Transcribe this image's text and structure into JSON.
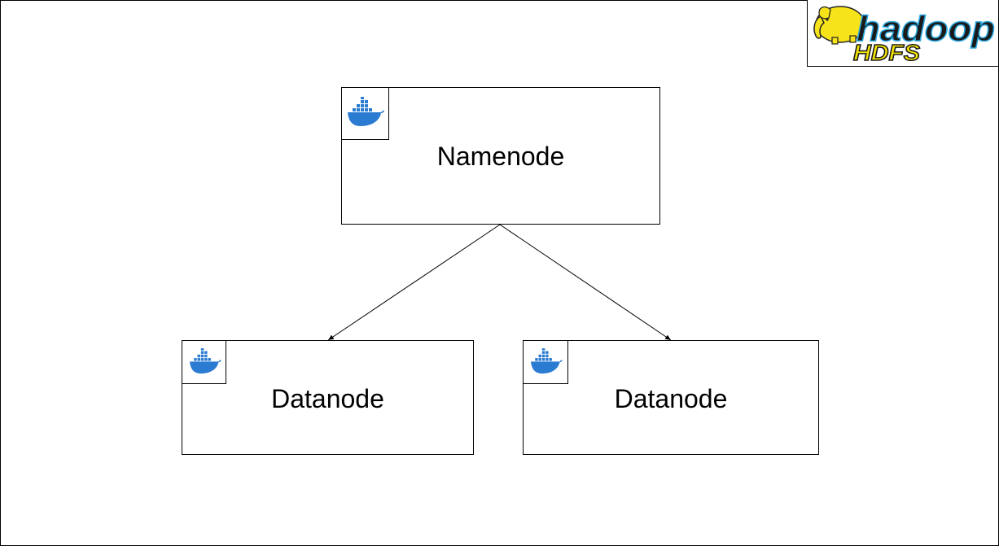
{
  "logo": {
    "primary_text": "hadoop",
    "secondary_text": "HDFS",
    "colors": {
      "text_fill": "#1a1a1a",
      "text_stroke": "#29a8e0",
      "hdfs_fill": "#f5e600",
      "elephant": "#f7e31a",
      "elephant_outline": "#222222"
    }
  },
  "nodes": {
    "namenode": {
      "label": "Namenode",
      "icon": "docker-whale-icon"
    },
    "datanode_left": {
      "label": "Datanode",
      "icon": "docker-whale-icon"
    },
    "datanode_right": {
      "label": "Datanode",
      "icon": "docker-whale-icon"
    }
  },
  "edges": [
    {
      "from": "namenode",
      "to": "datanode_left",
      "style": "arrow"
    },
    {
      "from": "namenode",
      "to": "datanode_right",
      "style": "arrow"
    }
  ],
  "colors": {
    "docker_blue": "#1d63ed",
    "docker_whale": "#2a7bd1",
    "line": "#000000",
    "background": "#ffffff"
  }
}
